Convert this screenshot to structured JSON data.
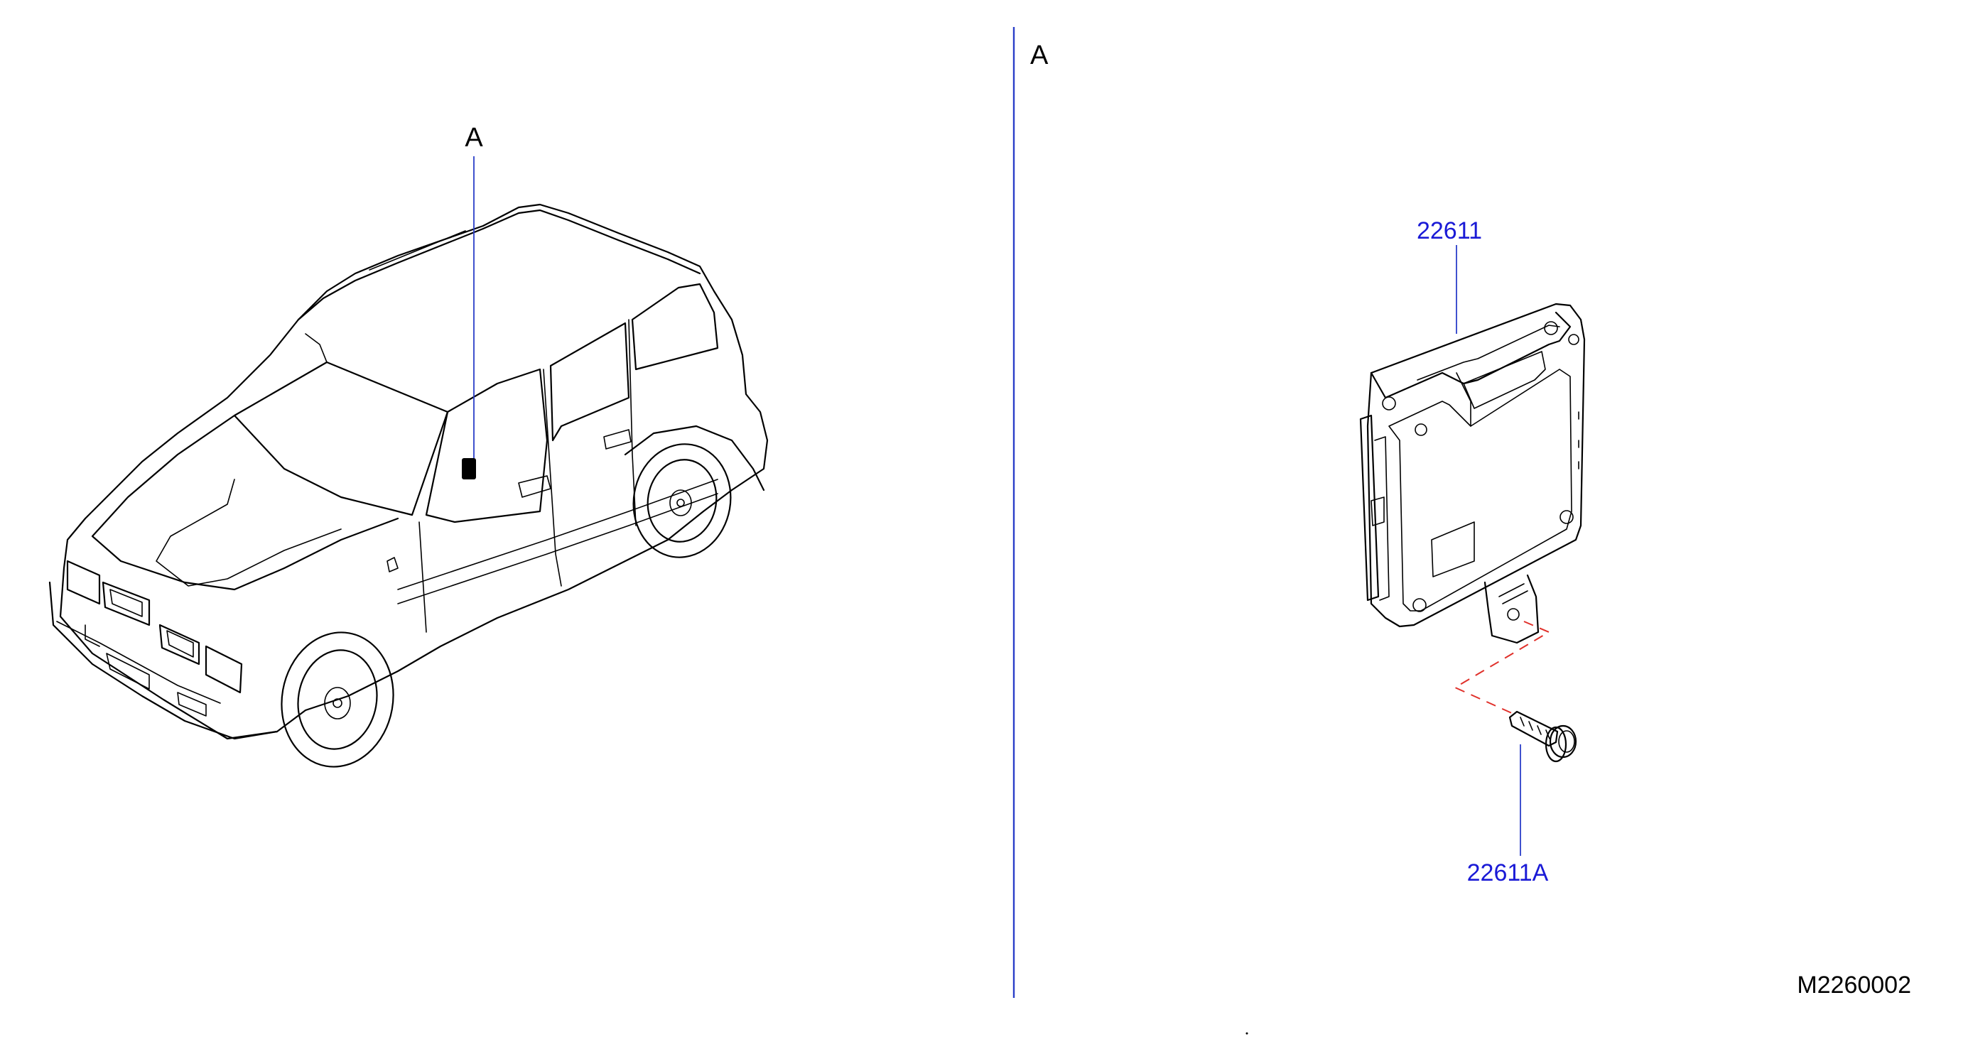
{
  "left_panel": {
    "callout_label": "A"
  },
  "right_panel": {
    "view_label": "A",
    "parts": [
      {
        "part_number": "22611"
      },
      {
        "part_number": "22611A"
      }
    ]
  },
  "figure_id": "M2260002",
  "colors": {
    "callout_text": "#1a1ad6",
    "leader_line": "#2b3fc9",
    "dash_line": "#e0302a",
    "line_art": "#000000"
  }
}
